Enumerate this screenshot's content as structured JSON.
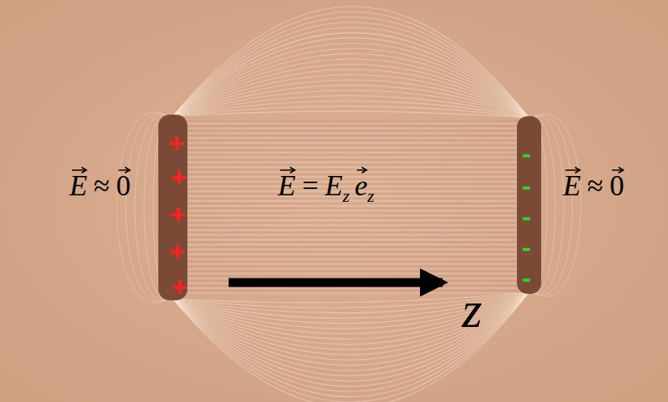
{
  "diagram": {
    "labels": [
      "E",
      "≈",
      "0",
      "E",
      "=",
      "E",
      "z",
      "e",
      "z",
      "E",
      "≈",
      "0",
      "+",
      "+",
      "+",
      "+",
      "+",
      "-",
      "-",
      "-",
      "-",
      "-",
      "z"
    ]
  }
}
